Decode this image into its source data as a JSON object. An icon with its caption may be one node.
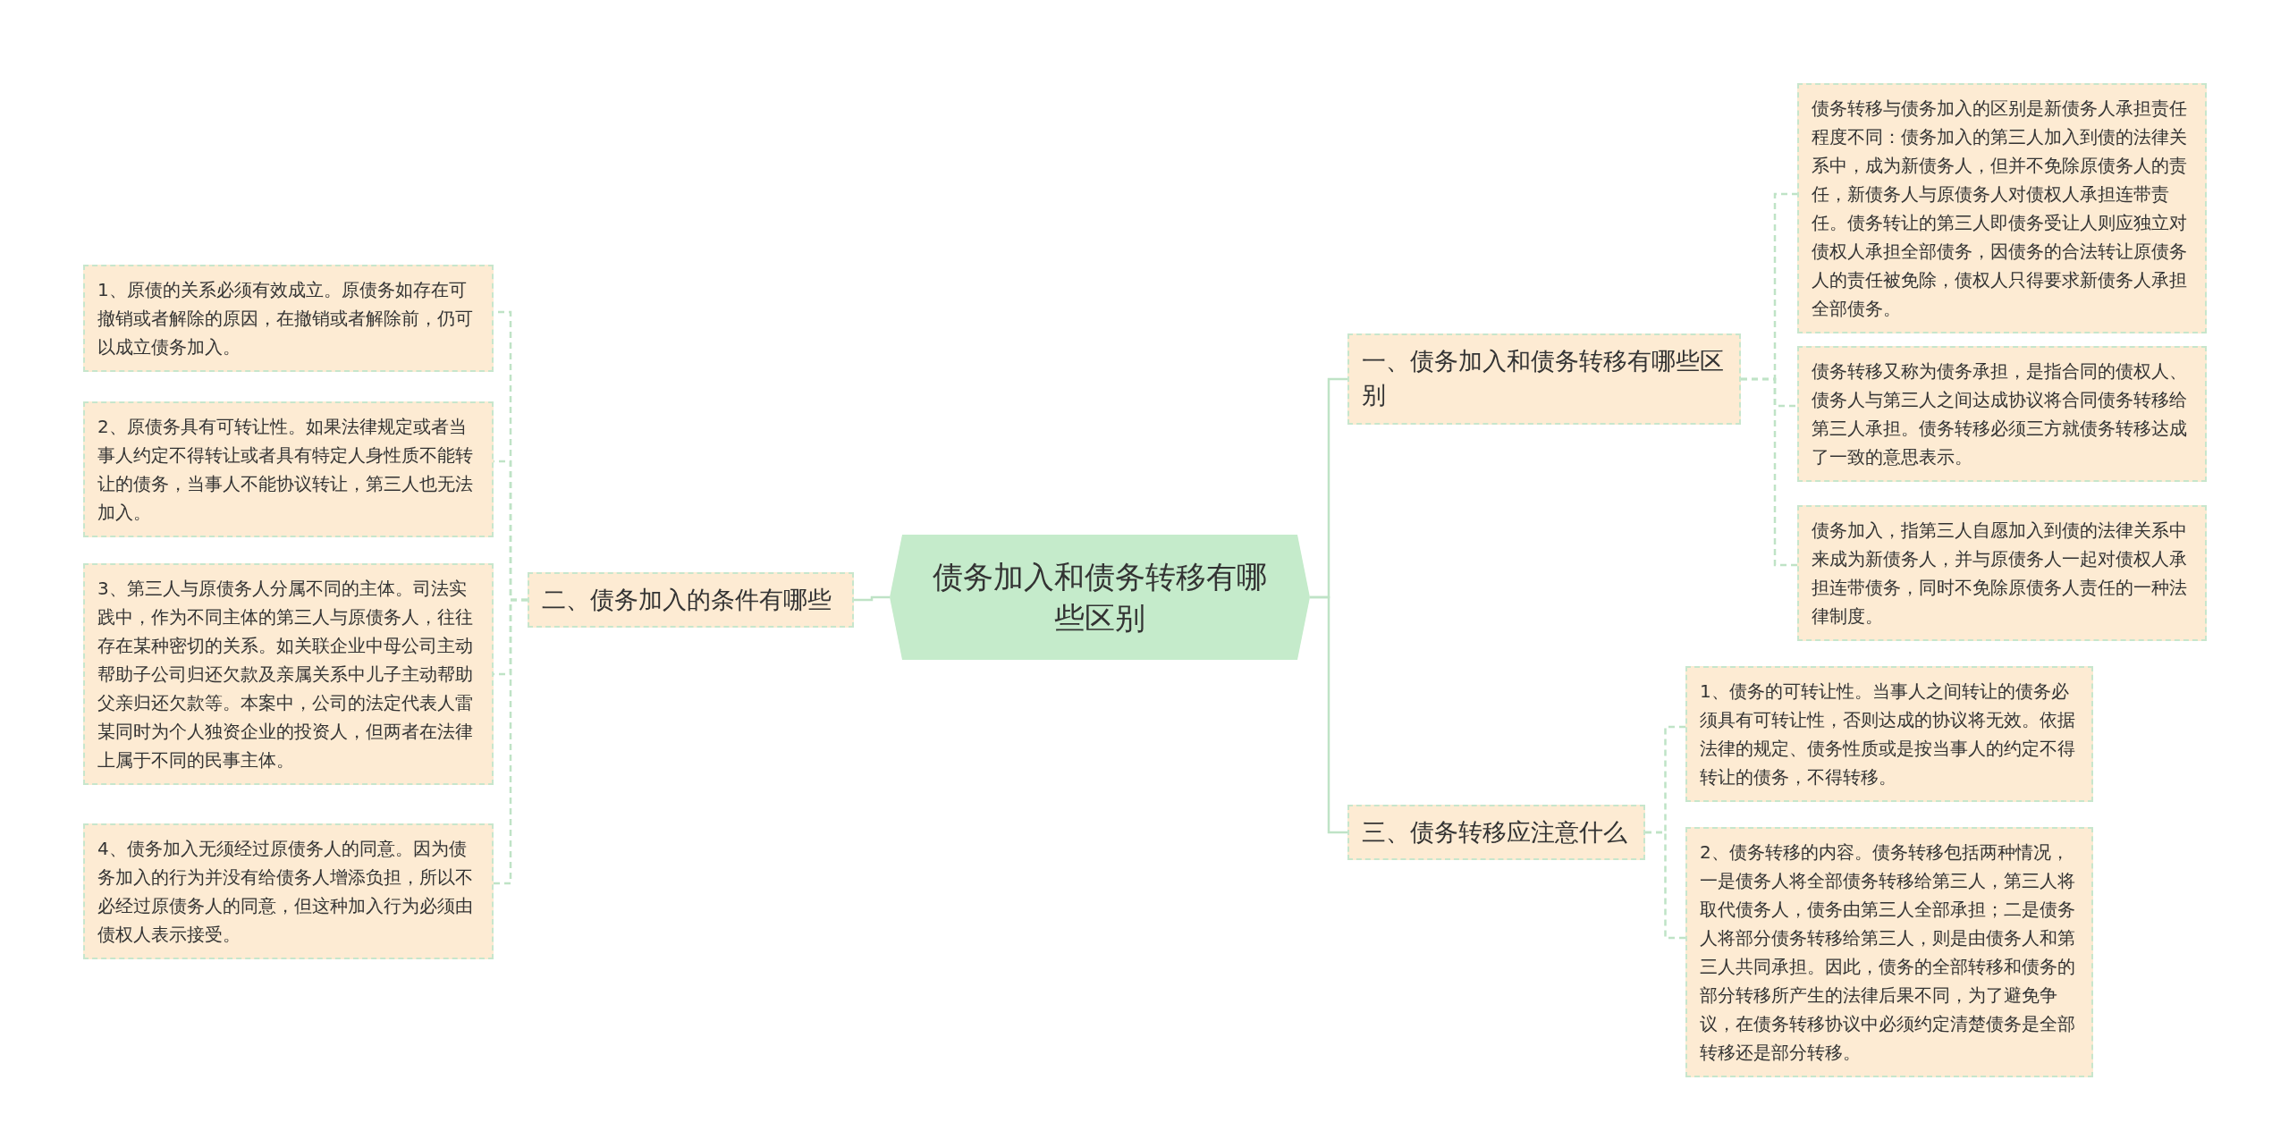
{
  "diagram": {
    "nodes": [
      {
        "text": [
          "债务加入和债务转移有哪些区别"
        ]
      },
      {
        "text": [
          "二、债务加入的条件有哪些"
        ]
      },
      {
        "text": [
          "1、原债的关系必须有效成立。原债务如存在可撤销或者解除的原因，在撤销或者解除前，仍可以成立债务加入。"
        ]
      },
      {
        "text": [
          "2、原债务具有可转让性。如果法律规定或者当事人约定不得转让或者具有特定人身性质不能转让的债务，当事人不能协议转让，第三人也无法加入。"
        ]
      },
      {
        "text": [
          "3、第三人与原债务人分属不同的主体。司法实践中，作为不同主体的第三人与原债务人，往往存在某种密切的关系。如关联企业中母公司主动帮助子公司归还欠款及亲属关系中儿子主动帮助父亲归还欠款等。本案中，公司的法定代表人雷某同时为个人独资企业的投资人，但两者在法律上属于不同的民事主体。"
        ]
      },
      {
        "text": [
          "4、债务加入无须经过原债务人的同意。因为债务加入的行为并没有给债务人增添负担，所以不必经过原债务人的同意，但这种加入行为必须由债权人表示接受。"
        ]
      },
      {
        "text": [
          "一、债务加入和债务转移有哪些区别"
        ]
      },
      {
        "text": [
          "债务转移与债务加入的区别是新债务人承担责任程度不同：债务加入的第三人加入到债的法律关系中，成为新债务人，但并不免除原债务人的责任，新债务人与原债务人对债权人承担连带责任。债务转让的第三人即债务受让人则应独立对债权人承担全部债务，因债务的合法转让原债务人的责任被免除，债权人只得要求新债务人承担全部债务。"
        ]
      },
      {
        "text": [
          "债务转移又称为债务承担，是指合同的债权人、债务人与第三人之间达成协议将合同债务转移给第三人承担。债务转移必须三方就债务转移达成了一致的意思表示。"
        ]
      },
      {
        "text": [
          "债务加入，指第三人自愿加入到债的法律关系中来成为新债务人，并与原债务人一起对债权人承担连带债务，同时不免除原债务人责任的一种法律制度。"
        ]
      },
      {
        "text": [
          "三、债务转移应注意什么"
        ]
      },
      {
        "text": [
          "1、债务的可转让性。当事人之间转让的债务必须具有可转让性，否则达成的协议将无效。依据法律的规定、债务性质或是按当事人的约定不得转让的债务，不得转移。"
        ]
      },
      {
        "text": [
          "2、债务转移的内容。债务转移包括两种情况，一是债务人将全部债务转移给第三人，第三人将取代债务人，债务由第三人全部承担；二是债务人将部分债务转移给第三人，则是由债务人和第三人共同承担。因此，债务的全部转移和债务的部分转移所产生的法律后果不同，为了避免争议，在债务转移协议中必须约定清楚债务是全部转移还是部分转移。"
        ]
      }
    ],
    "edges": [
      {
        "from": 0,
        "to": 1,
        "arrow": "none"
      },
      {
        "from": 1,
        "to": 2,
        "arrow": "none",
        "style": "dashed"
      },
      {
        "from": 1,
        "to": 3,
        "arrow": "none",
        "style": "dashed"
      },
      {
        "from": 1,
        "to": 4,
        "arrow": "none",
        "style": "dashed"
      },
      {
        "from": 1,
        "to": 5,
        "arrow": "none",
        "style": "dashed"
      },
      {
        "from": 0,
        "to": 6,
        "arrow": "none"
      },
      {
        "from": 6,
        "to": 7,
        "arrow": "none",
        "style": "dashed"
      },
      {
        "from": 6,
        "to": 8,
        "arrow": "none",
        "style": "dashed"
      },
      {
        "from": 6,
        "to": 9,
        "arrow": "none",
        "style": "dashed"
      },
      {
        "from": 0,
        "to": 10,
        "arrow": "none"
      },
      {
        "from": 10,
        "to": 11,
        "arrow": "none",
        "style": "dashed"
      },
      {
        "from": 10,
        "to": 12,
        "arrow": "none",
        "style": "dashed"
      }
    ]
  }
}
